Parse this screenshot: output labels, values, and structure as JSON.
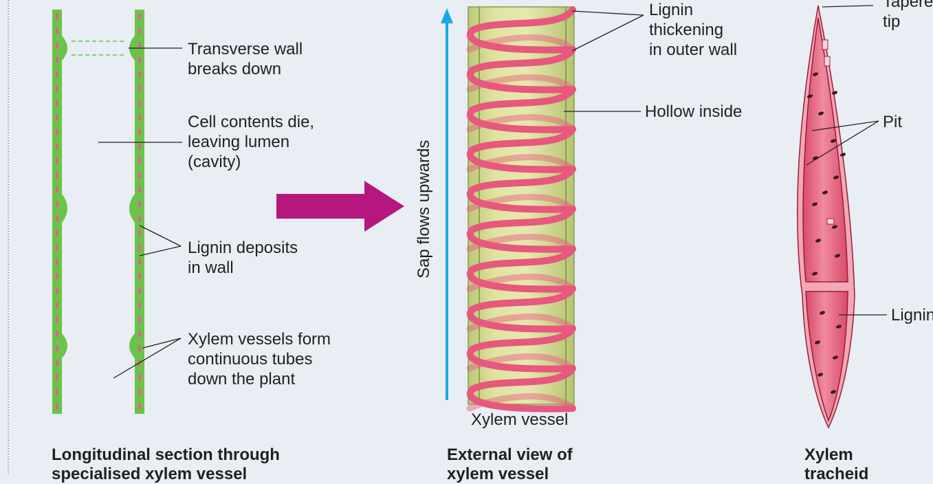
{
  "panel_vessel_section": {
    "labels": {
      "transverse_wall": [
        "Transverse wall",
        "breaks down"
      ],
      "cell_contents": [
        "Cell contents die,",
        "leaving lumen",
        "(cavity)"
      ],
      "lignin_deposits": [
        "Lignin deposits",
        "in wall"
      ],
      "continuous_tubes": [
        "Xylem vessels form",
        "continuous tubes",
        "down the plant"
      ]
    },
    "caption": [
      "Longitudinal section through",
      "specialised xylem vessel"
    ]
  },
  "panel_vessel_external": {
    "labels": {
      "lignin_thickening": [
        "Lignin",
        "thickening",
        "in outer wall"
      ],
      "hollow_inside": "Hollow inside",
      "sap_flow": "Sap flows upwards",
      "vessel_name": "Xylem vessel"
    },
    "caption": [
      "External view  of",
      "xylem vessel"
    ]
  },
  "panel_tracheid": {
    "labels": {
      "tapered_tip": [
        "Tapered",
        "tip"
      ],
      "pit": "Pit",
      "lignin": "Lignin"
    },
    "caption": [
      "Xylem",
      "tracheid"
    ]
  },
  "colors": {
    "background": "#e8eef3",
    "vessel_wall": "#6cc24a",
    "lignin_deposit": "#e85d8a",
    "arrow": "#b5177f",
    "sap_arrow": "#1aa7e8",
    "spiral": "#e8577d",
    "vessel_body": "#dde39a",
    "tracheid_fill": "#e56a83",
    "tracheid_edge": "#9a1c3a",
    "pit_dot": "#3d1d12"
  }
}
